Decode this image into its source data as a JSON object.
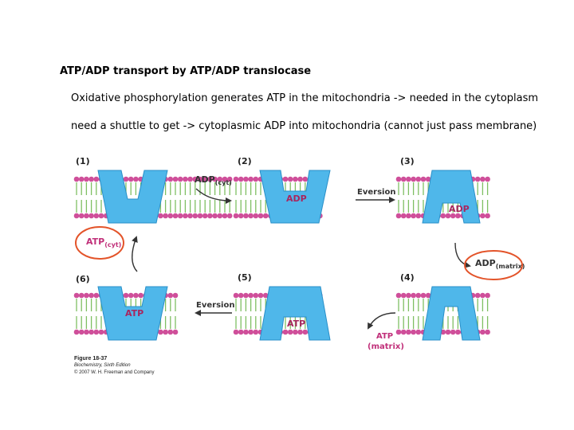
{
  "slide": {
    "title": "ATP/ADP transport by ATP/ADP translocase",
    "bullets": [
      "Oxidative phosphorylation generates ATP in the mitochondria -> needed in the cytoplasm",
      "need a shuttle to get -> cytoplasmic ADP into mitochondria (cannot just pass membrane)"
    ]
  },
  "figure": {
    "steps": [
      "(1)",
      "(2)",
      "(3)",
      "(4)",
      "(5)",
      "(6)"
    ],
    "adp_cyt": {
      "main": "ADP",
      "sub": "(cyt)"
    },
    "adp_matrix": {
      "main": "ADP",
      "sub": "(matrix)"
    },
    "atp_cyt": {
      "main": "ATP",
      "sub": "(cyt)"
    },
    "atp_matrix": {
      "main": "ATP",
      "sub": "(matrix)"
    },
    "bound_adp_2": "ADP",
    "bound_adp_3": "ADP",
    "bound_atp_5": "ATP",
    "bound_atp_6": "ATP",
    "eversion_top": "Eversion",
    "eversion_bottom": "Eversion",
    "caption_figure": "Figure 18-37",
    "caption_book": "Biochemistry, Sixth Edition",
    "caption_copyright": "© 2007 W. H. Freeman and Company",
    "colors": {
      "protein": "#4fb7ea",
      "protein_edge": "#2a8fc8",
      "lipid_head": "#cf4f9a",
      "lipid_tail": "#7fbf63",
      "molecule_text": "#c1307a",
      "bound_text": "#a8265f",
      "highlight_circle": "#e3542a"
    }
  }
}
